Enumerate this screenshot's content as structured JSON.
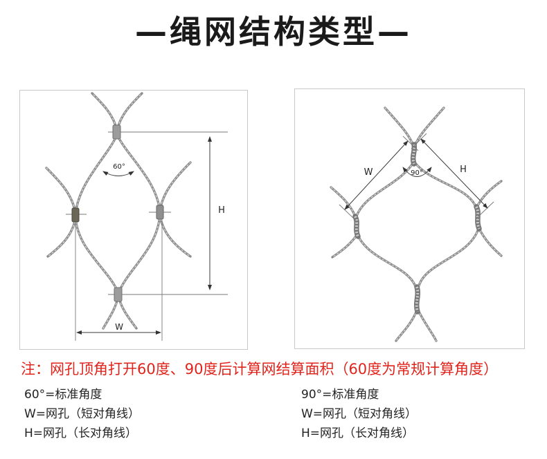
{
  "title": "—绳网结构类型—",
  "left_diagram": {
    "angle_label": "60°",
    "h_label": "H",
    "w_label": "W"
  },
  "right_diagram": {
    "w_label": "W",
    "angle_label": "90°",
    "h_label": "H"
  },
  "note": "注：网孔顶角打开60度、90度后计算网结算面积（60度为常规计算角度）",
  "left_legend": [
    "60°=标准角度",
    "W=网孔（短对角线）",
    "H=网孔（长对角线）"
  ],
  "right_legend": [
    "90°=标准角度",
    "W=网孔（短对角线）",
    "H=网孔（长对角线）"
  ],
  "colors": {
    "title": "#1a1a1a",
    "note": "#e0241c",
    "legend": "#222222",
    "rope": "#8c8c8c"
  }
}
